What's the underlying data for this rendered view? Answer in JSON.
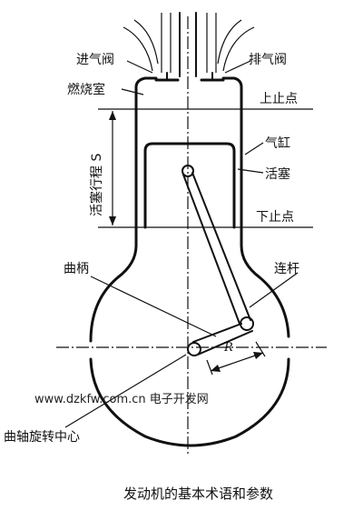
{
  "diagram": {
    "labels": {
      "intake_valve": "进气阀",
      "exhaust_valve": "排气阀",
      "combustion_chamber": "燃烧室",
      "top_dead_center": "上止点",
      "cylinder": "气缸",
      "piston": "活塞",
      "bottom_dead_center": "下止点",
      "stroke": "活塞行程 S",
      "crank": "曲柄",
      "connecting_rod": "连杆",
      "radius": "R",
      "watermark": "www.dzkfw.com.cn 电子开发网",
      "crankshaft_center": "曲轴旋转中心",
      "caption": "发动机的基本术语和参数"
    }
  }
}
